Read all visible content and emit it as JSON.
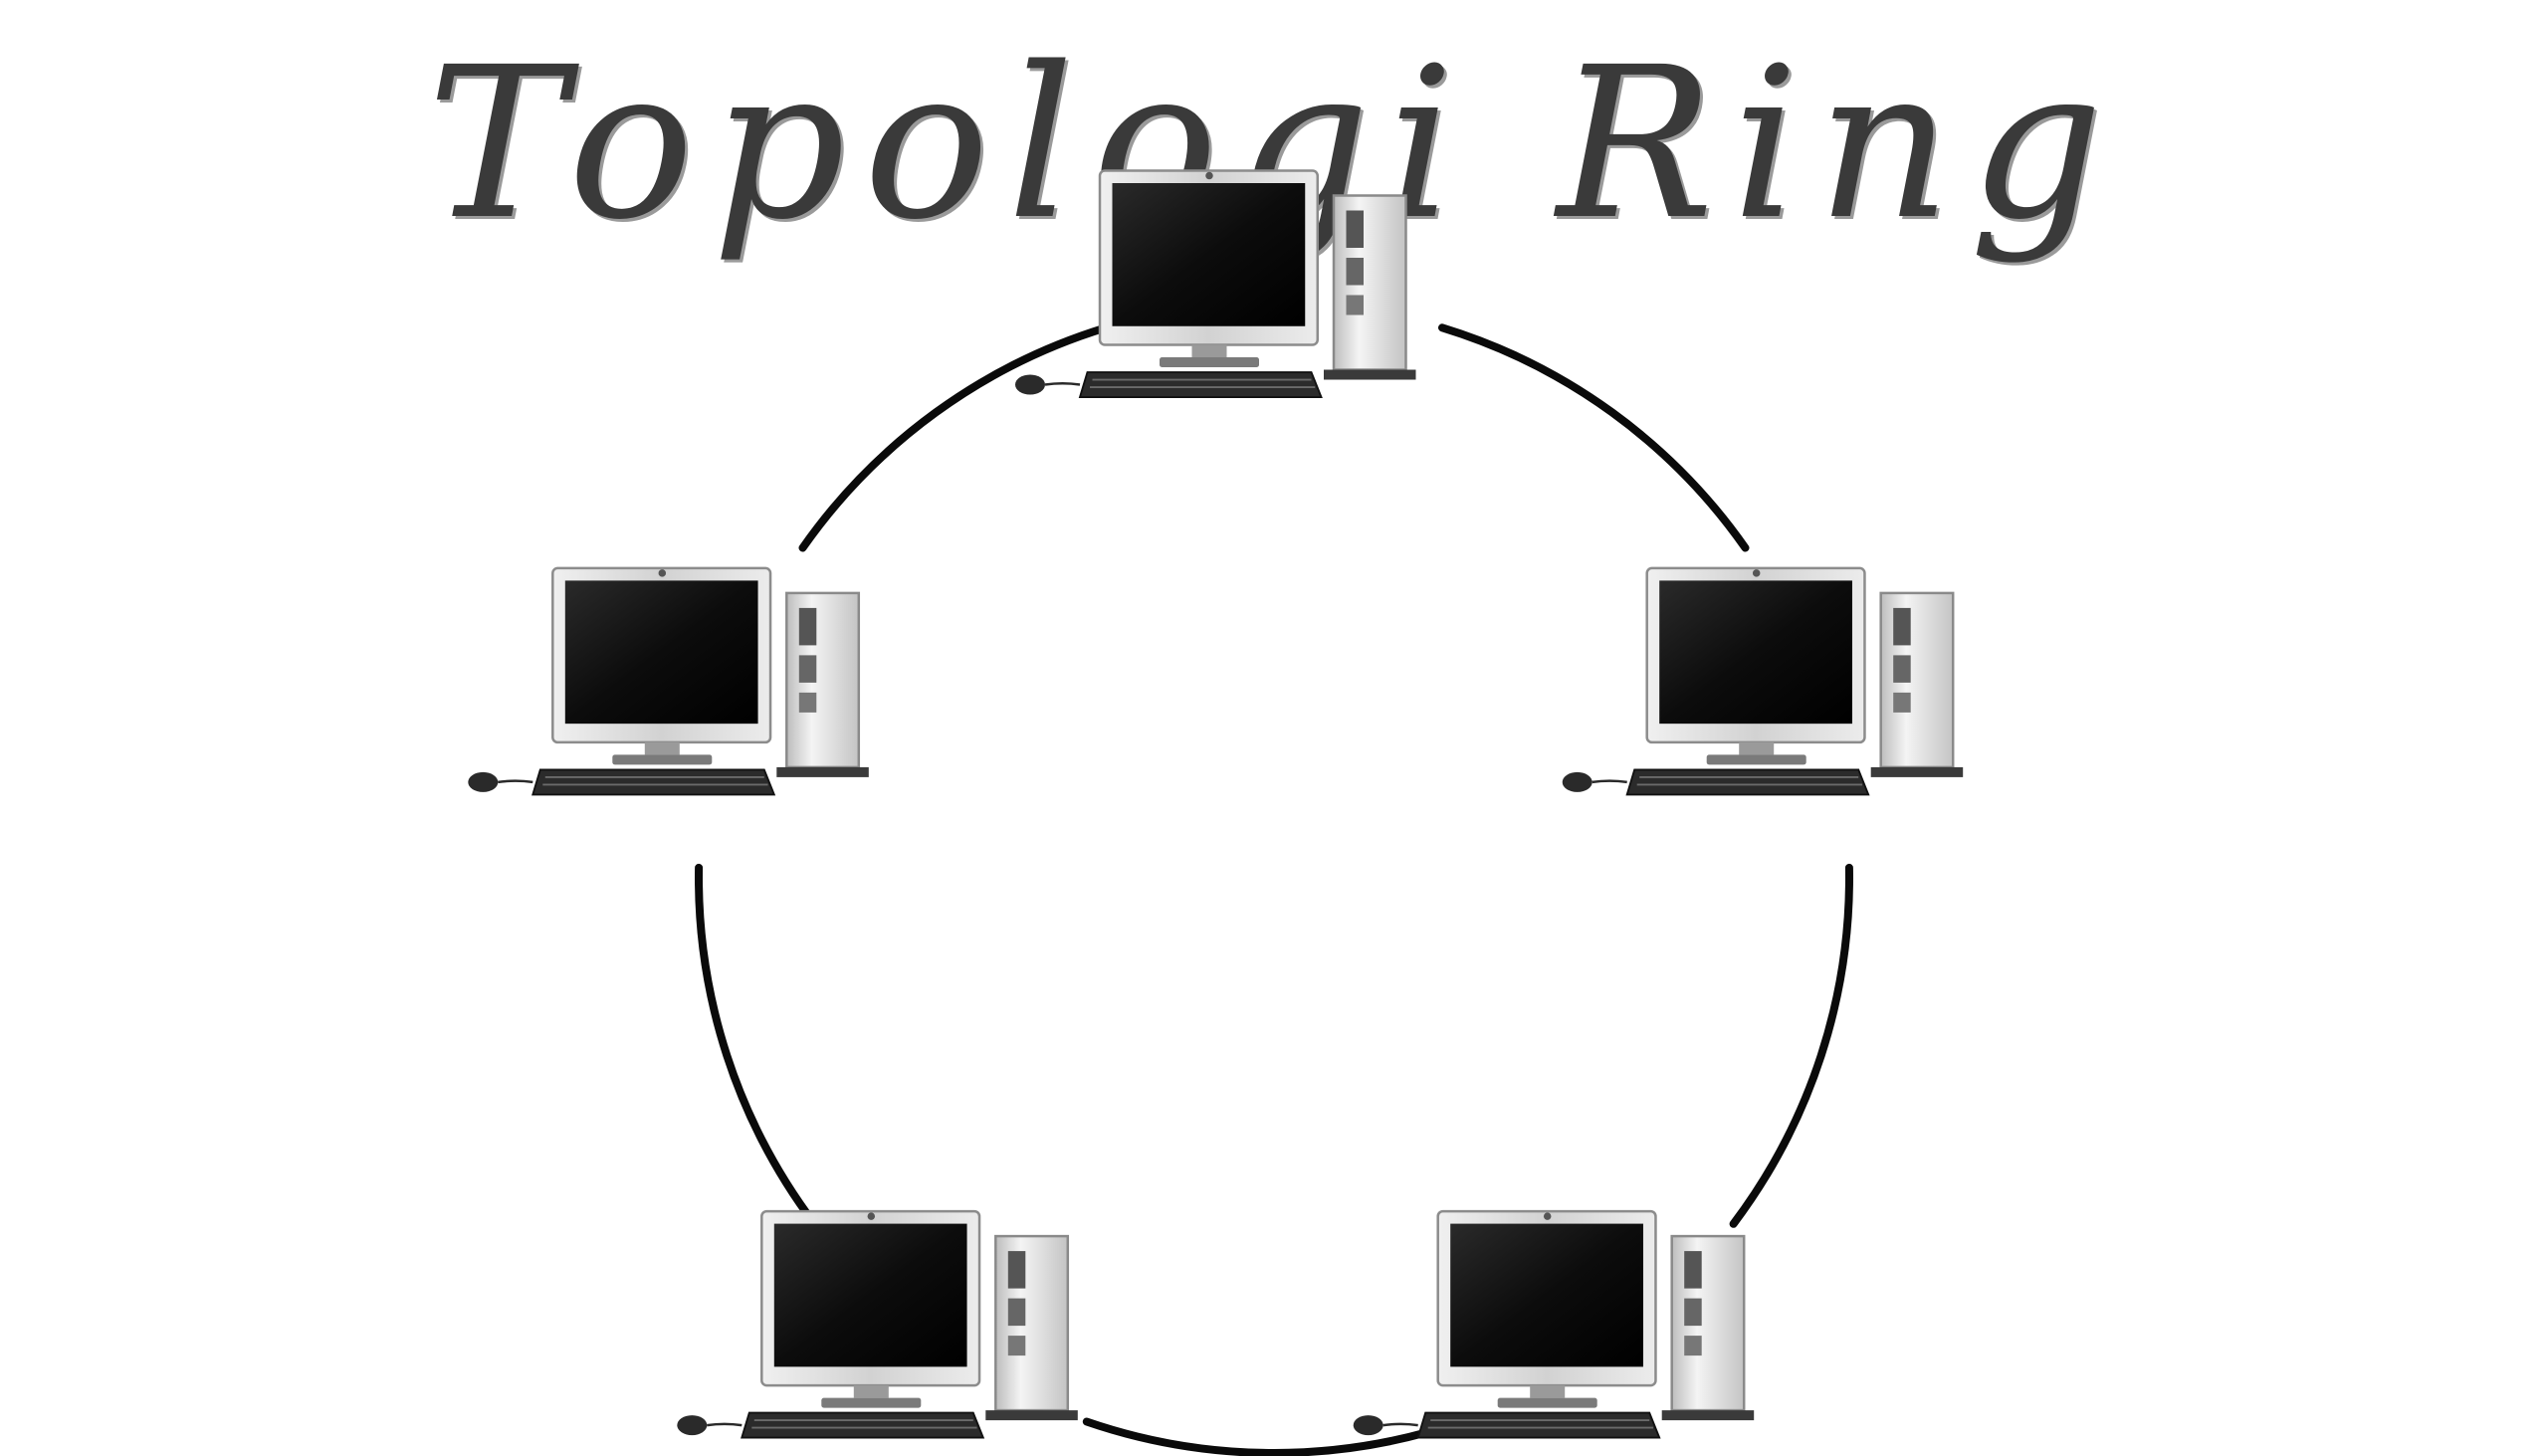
{
  "diagram": {
    "title": "Topologi Ring",
    "colors": {
      "ring": "#0a0a0a",
      "title": "#3a3a3a",
      "screen": "#111111",
      "bezel": "#dcdcdc",
      "tower": "#d8d8d8",
      "keyboard": "#2b2b2b"
    },
    "nodes": [
      {
        "id": "node-top",
        "icon": "desktop-computer-icon"
      },
      {
        "id": "node-right",
        "icon": "desktop-computer-icon"
      },
      {
        "id": "node-bottom-right",
        "icon": "desktop-computer-icon"
      },
      {
        "id": "node-bottom-left",
        "icon": "desktop-computer-icon"
      },
      {
        "id": "node-left",
        "icon": "desktop-computer-icon"
      }
    ],
    "links": [
      {
        "from": "node-top",
        "to": "node-right"
      },
      {
        "from": "node-right",
        "to": "node-bottom-right"
      },
      {
        "from": "node-bottom-right",
        "to": "node-bottom-left"
      },
      {
        "from": "node-bottom-left",
        "to": "node-left"
      },
      {
        "from": "node-left",
        "to": "node-top"
      }
    ]
  }
}
